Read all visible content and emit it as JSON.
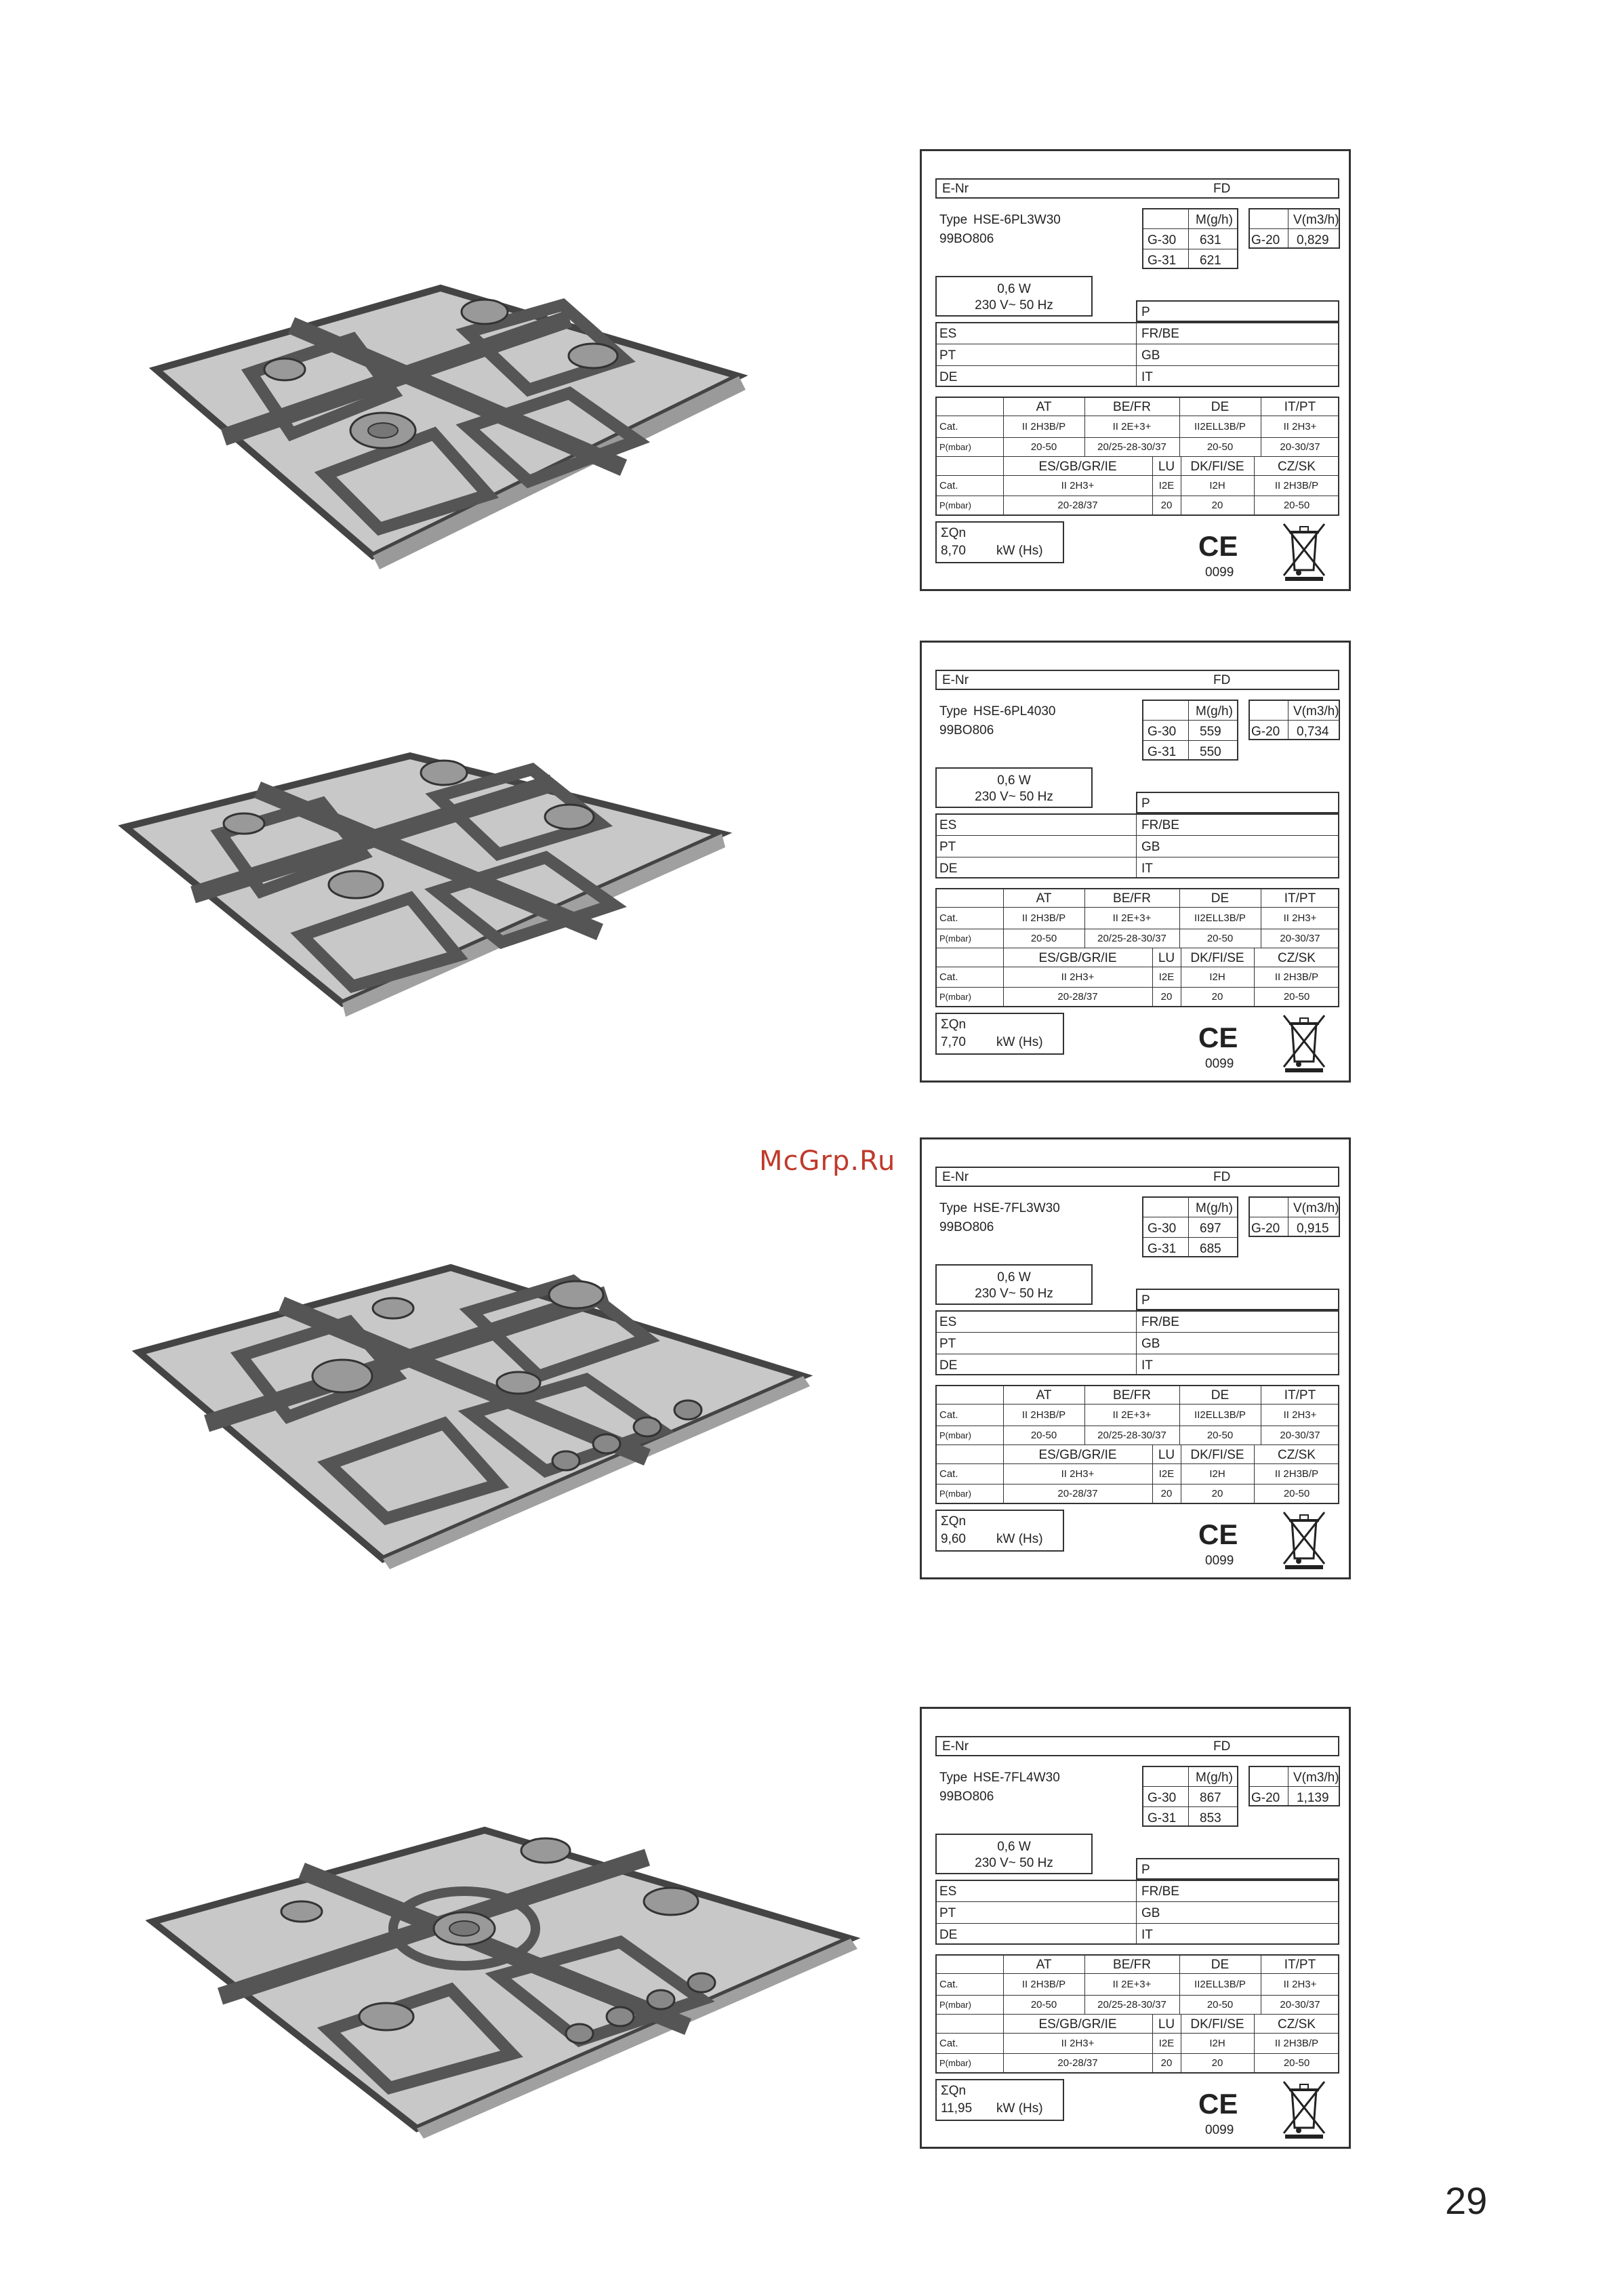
{
  "watermark": "McGrp.Ru",
  "page_number": "29",
  "labels": {
    "enr": "E-Nr",
    "fd": "FD",
    "type_prefix": "Type",
    "m_head": "M(g/h)",
    "v_head": "V(m3/h)",
    "g30": "G-30",
    "g31": "G-31",
    "g20": "G-20",
    "power_w": "0,6 W",
    "power_v": "230 V~ 50 Hz",
    "p": "P",
    "es": "ES",
    "frbe": "FR/BE",
    "pt": "PT",
    "gb": "GB",
    "de": "DE",
    "it": "IT",
    "at": "AT",
    "befr": "BE/FR",
    "de2": "DE",
    "itpt": "IT/PT",
    "cat": "Cat.",
    "pmbar": "P(mbar)",
    "cat_at": "II 2H3B/P",
    "cat_befr": "II 2E+3+",
    "cat_de": "II2ELL3B/P",
    "cat_itpt": "II 2H3+",
    "p_at": "20-50",
    "p_befr": "20/25-28-30/37",
    "p_de": "20-50",
    "p_itpt": "20-30/37",
    "esgb": "ES/GB/GR/IE",
    "lu": "LU",
    "dkfise": "DK/FI/SE",
    "czsk": "CZ/SK",
    "cat_esgb": "II 2H3+",
    "cat_lu": "I2E",
    "cat_dk": "I2H",
    "cat_cz": "II 2H3B/P",
    "p_esgb": "20-28/37",
    "p_lu": "20",
    "p_dk": "20",
    "p_cz": "20-50",
    "sigma_qn": "ΣQn",
    "kw_hs": "kW (Hs)",
    "ce": "CE",
    "ce_num": "0099"
  },
  "plates": [
    {
      "type": "HSE-6PL3W30",
      "code": "99BO806",
      "g30": "631",
      "g31": "621",
      "g20": "0,829",
      "qn": "8,70"
    },
    {
      "type": "HSE-6PL4030",
      "code": "99BO806",
      "g30": "559",
      "g31": "550",
      "g20": "0,734",
      "qn": "7,70"
    },
    {
      "type": "HSE-7FL3W30",
      "code": "99BO806",
      "g30": "697",
      "g31": "685",
      "g20": "0,915",
      "qn": "9,60"
    },
    {
      "type": "HSE-7FL4W30",
      "code": "99BO806",
      "g30": "867",
      "g31": "853",
      "g20": "1,139",
      "qn": "11,95"
    }
  ]
}
